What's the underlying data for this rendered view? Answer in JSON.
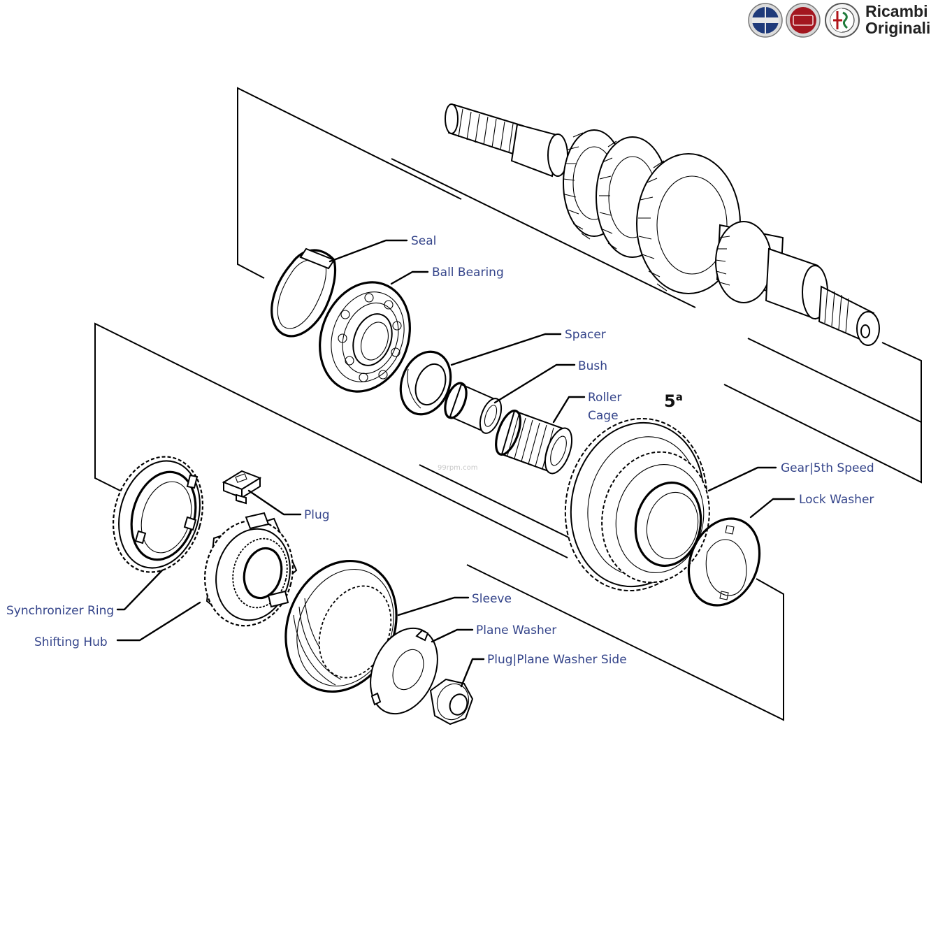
{
  "brand": {
    "line1": "Ricambi",
    "line2": "Originali",
    "logos": [
      "lancia-logo",
      "fiat-logo",
      "alfa-romeo-logo"
    ],
    "logo_colors": {
      "lancia": "#1f3a7a",
      "fiat": "#a3161f",
      "alfa_green": "#1e7a3a"
    }
  },
  "watermark": "99rpm.com",
  "gear_marker": {
    "text": "5",
    "superscript": "a"
  },
  "parts": {
    "seal": "Seal",
    "ball_bearing": "Ball Bearing",
    "spacer": "Spacer",
    "bush": "Bush",
    "roller_cage_line1": "Roller",
    "roller_cage_line2": "Cage",
    "gear_5th": "Gear|5th Speed",
    "lock_washer": "Lock Washer",
    "plug": "Plug",
    "synchronizer_ring": "Synchronizer Ring",
    "shifting_hub": "Shifting Hub",
    "sleeve": "Sleeve",
    "plane_washer": "Plane Washer",
    "plug_plane_washer_side": "Plug|Plane Washer Side"
  },
  "colors": {
    "label": "#34448a",
    "line": "#000000",
    "background": "#ffffff"
  }
}
